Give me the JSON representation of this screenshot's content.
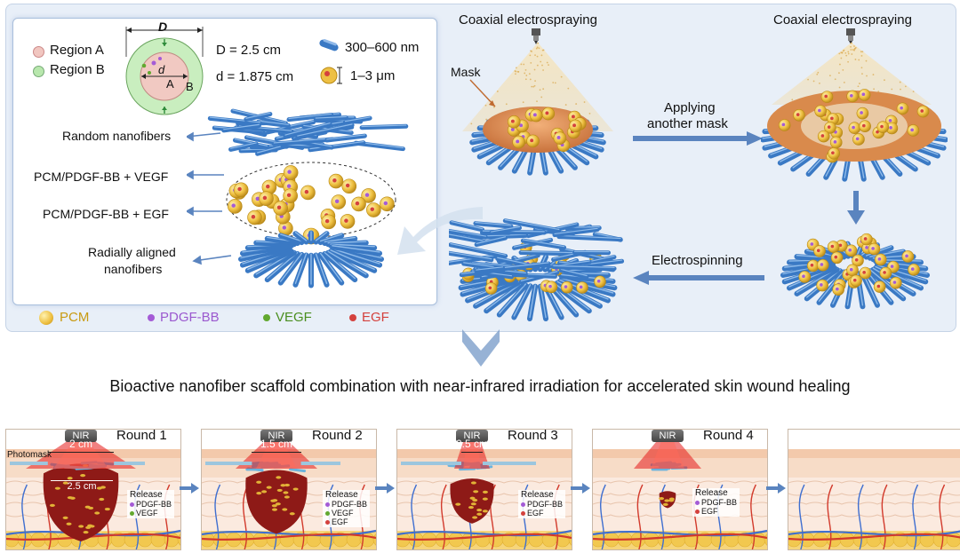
{
  "inset": {
    "legend": {
      "region_a": "Region A",
      "region_b": "Region B"
    },
    "diagram": {
      "D": "D",
      "d": "d",
      "A": "A",
      "B": "B"
    },
    "dimensions": {
      "D_label": "D = 2.5 cm",
      "d_label": "d = 1.875 cm"
    },
    "sizes": {
      "fiber_size": "300–600 nm",
      "particle_size": "1–3 μm"
    },
    "layers": {
      "random": "Random nanofibers",
      "vegf": "PCM/PDGF-BB + VEGF",
      "egf": "PCM/PDGF-BB + EGF",
      "radial_1": "Radially aligned",
      "radial_2": "nanofibers"
    }
  },
  "process": {
    "step1": "Coaxial electrospraying",
    "mask": "Mask",
    "step2_line1": "Applying",
    "step2_line2": "another mask",
    "step3": "Coaxial electrospraying",
    "step4": "Electrospinning"
  },
  "key": {
    "pcm": "PCM",
    "pdgf": "PDGF-BB",
    "vegf": "VEGF",
    "egf": "EGF"
  },
  "caption": "Bioactive nanofiber scaffold combination with near-infrared irradiation for accelerated skin wound healing",
  "rounds": [
    {
      "nir": "NIR",
      "title": "Round 1",
      "width": "2 cm",
      "wound": "2.5 cm",
      "photomask": "Photomask",
      "release": "Release",
      "factors": [
        "PDGF-BB",
        "VEGF"
      ]
    },
    {
      "nir": "NIR",
      "title": "Round 2",
      "width": "1.5 cm",
      "release": "Release",
      "factors": [
        "PDGF-BB",
        "VEGF",
        "EGF"
      ]
    },
    {
      "nir": "NIR",
      "title": "Round 3",
      "width": "0.5 cm",
      "release": "Release",
      "factors": [
        "PDGF-BB",
        "EGF"
      ]
    },
    {
      "nir": "NIR",
      "title": "Round 4",
      "release": "Release",
      "factors": [
        "PDGF-BB",
        "EGF"
      ]
    }
  ],
  "colors": {
    "pcm": "#e9b935",
    "pdgf": "#a45bd6",
    "vegf": "#62a82f",
    "egf": "#d4413d",
    "fiber": "#3a79c4",
    "mask": "#d98a4c",
    "wound": "#8e1a17",
    "laser": "#e51919",
    "arrow": "#5a84bf",
    "panel": "#e6eef8"
  }
}
